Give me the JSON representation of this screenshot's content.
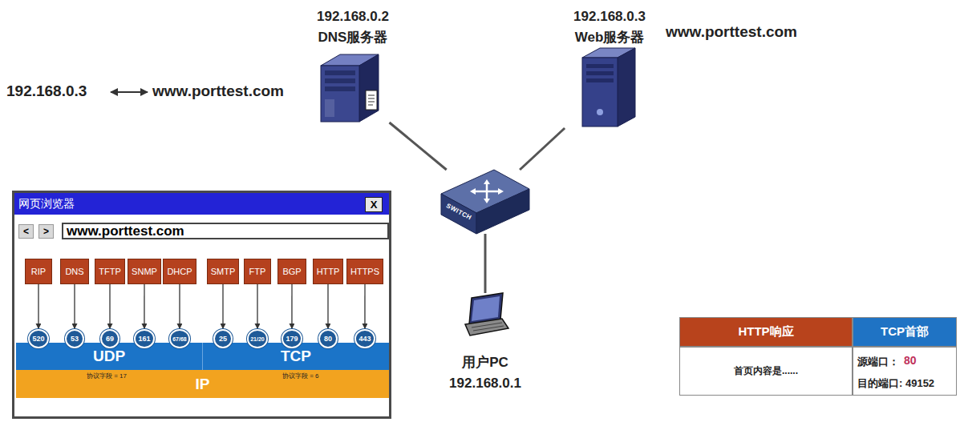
{
  "diagram": {
    "nodes": [
      {
        "text": [
          "192.168.0.2",
          "DNS服务器"
        ]
      },
      {
        "text": [
          "192.168.0.3",
          "Web服务器"
        ]
      },
      {
        "text": [
          "SWITCH"
        ]
      },
      {
        "text": [
          "用户PC",
          "192.168.0.1"
        ]
      },
      {
        "text": [
          "网页浏览器"
        ]
      },
      {
        "text": [
          "X"
        ],
        "in": 4
      },
      {
        "text": [
          "<"
        ],
        "in": 4
      },
      {
        "text": [
          ">"
        ],
        "in": 4
      },
      {
        "text": [
          "www.porttest.com"
        ],
        "in": 4
      },
      {
        "text": [
          "RIP"
        ],
        "in": 4
      },
      {
        "text": [
          "DNS"
        ],
        "in": 4
      },
      {
        "text": [
          "TFTP"
        ],
        "in": 4
      },
      {
        "text": [
          "SNMP"
        ],
        "in": 4
      },
      {
        "text": [
          "DHCP"
        ],
        "in": 4
      },
      {
        "text": [
          "SMTP"
        ],
        "in": 4
      },
      {
        "text": [
          "FTP"
        ],
        "in": 4
      },
      {
        "text": [
          "BGP"
        ],
        "in": 4
      },
      {
        "text": [
          "HTTP"
        ],
        "in": 4
      },
      {
        "text": [
          "HTTPS"
        ],
        "in": 4
      },
      {
        "text": [
          "520"
        ],
        "in": 4
      },
      {
        "text": [
          "53"
        ],
        "in": 4
      },
      {
        "text": [
          "69"
        ],
        "in": 4
      },
      {
        "text": [
          "161"
        ],
        "in": 4
      },
      {
        "text": [
          "67/68"
        ],
        "in": 4
      },
      {
        "text": [
          "25"
        ],
        "in": 4
      },
      {
        "text": [
          "21/20"
        ],
        "in": 4
      },
      {
        "text": [
          "179"
        ],
        "in": 4
      },
      {
        "text": [
          "80"
        ],
        "in": 4
      },
      {
        "text": [
          "443"
        ],
        "in": 4
      },
      {
        "text": [
          "UDP"
        ],
        "in": 4
      },
      {
        "text": [
          "TCP"
        ],
        "in": 4
      },
      {
        "text": [
          "IP",
          "协议字段 = 17",
          "协议字段 = 6"
        ],
        "in": 4
      },
      {
        "text": [
          "HTTP响应"
        ]
      },
      {
        "text": [
          "TCP首部"
        ]
      },
      {
        "text": [
          "首页内容是......"
        ]
      },
      {
        "text": [
          "源端口：",
          "80",
          "目的端口: 49152"
        ]
      }
    ],
    "edges": [
      {
        "from": 0,
        "to": 2,
        "arrow": "none"
      },
      {
        "from": 1,
        "to": 2,
        "arrow": "none"
      },
      {
        "from": 2,
        "to": 3,
        "arrow": "none"
      },
      {
        "from": 9,
        "to": 19,
        "arrow": "to"
      },
      {
        "from": 10,
        "to": 20,
        "arrow": "to"
      },
      {
        "from": 11,
        "to": 21,
        "arrow": "to"
      },
      {
        "from": 12,
        "to": 22,
        "arrow": "to"
      },
      {
        "from": 13,
        "to": 23,
        "arrow": "to"
      },
      {
        "from": 14,
        "to": 24,
        "arrow": "to"
      },
      {
        "from": 15,
        "to": 25,
        "arrow": "to"
      },
      {
        "from": 16,
        "to": 26,
        "arrow": "to"
      },
      {
        "from": 17,
        "to": 27,
        "arrow": "to"
      },
      {
        "from": 18,
        "to": 28,
        "arrow": "to"
      }
    ],
    "labels": [
      "192.168.0.3",
      "www.porttest.com",
      "www.porttest.com"
    ]
  }
}
